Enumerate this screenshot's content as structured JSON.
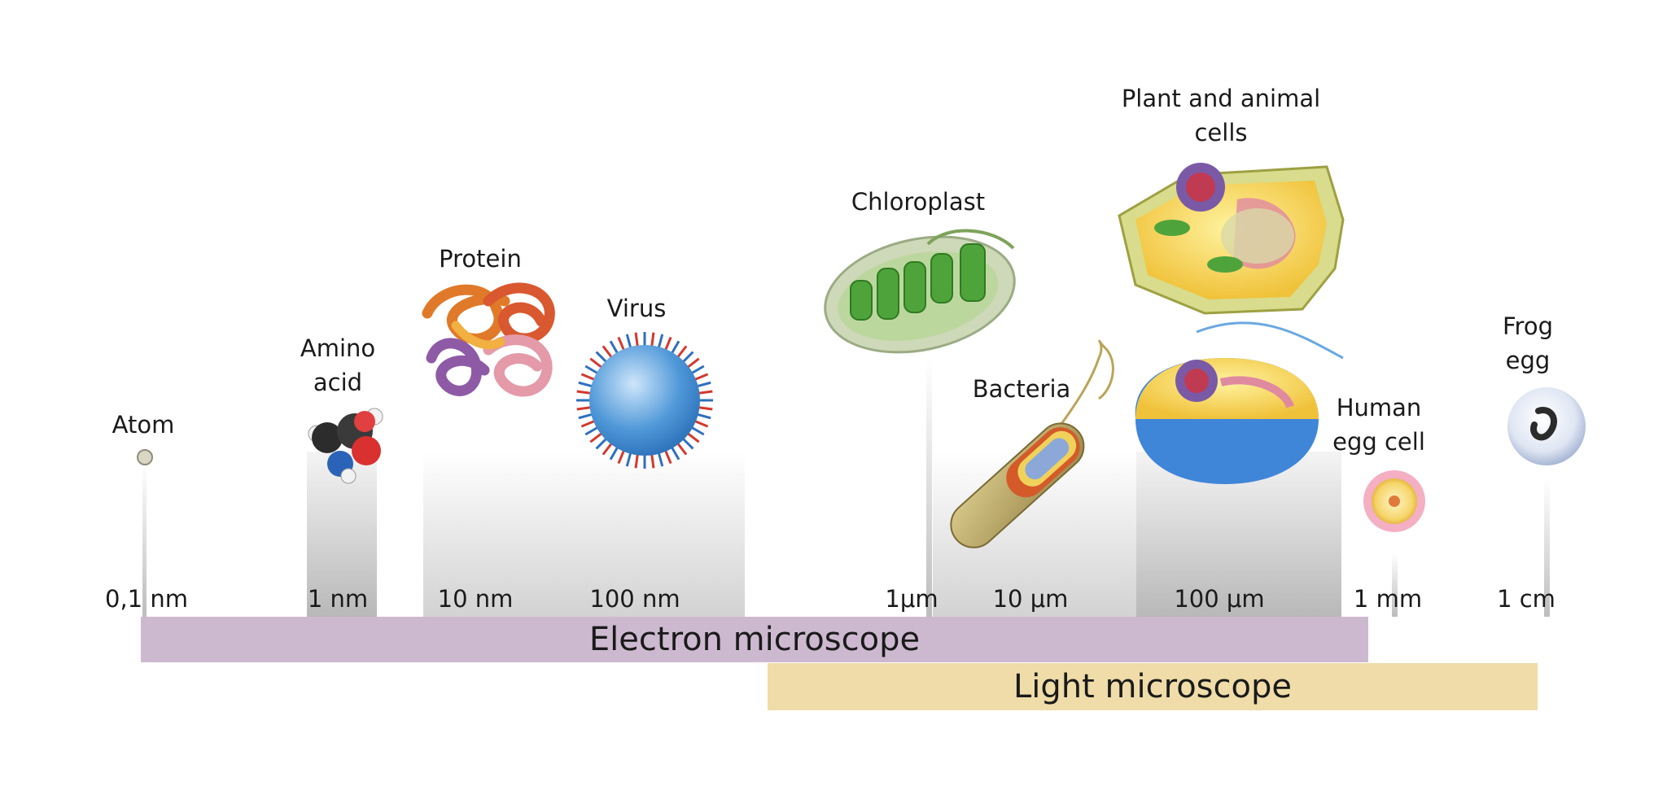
{
  "items": {
    "atom": "Atom",
    "amino_acid": "Amino acid",
    "protein": "Protein",
    "virus": "Virus",
    "chloroplast": "Chloroplast",
    "bacteria": "Bacteria",
    "cells": "Plant and animal cells",
    "human_egg": "Human egg cell",
    "frog_egg": "Frog egg"
  },
  "scale": [
    "0,1 nm",
    "1 nm",
    "10 nm",
    "100 nm",
    "1μm",
    "10 μm",
    "100 μm",
    "1 mm",
    "1 cm"
  ],
  "bands": {
    "electron": "Electron microscope",
    "light": "Light microscope"
  },
  "colors": {
    "electron_band": "#cdb9cf",
    "light_band": "#efdca8"
  }
}
